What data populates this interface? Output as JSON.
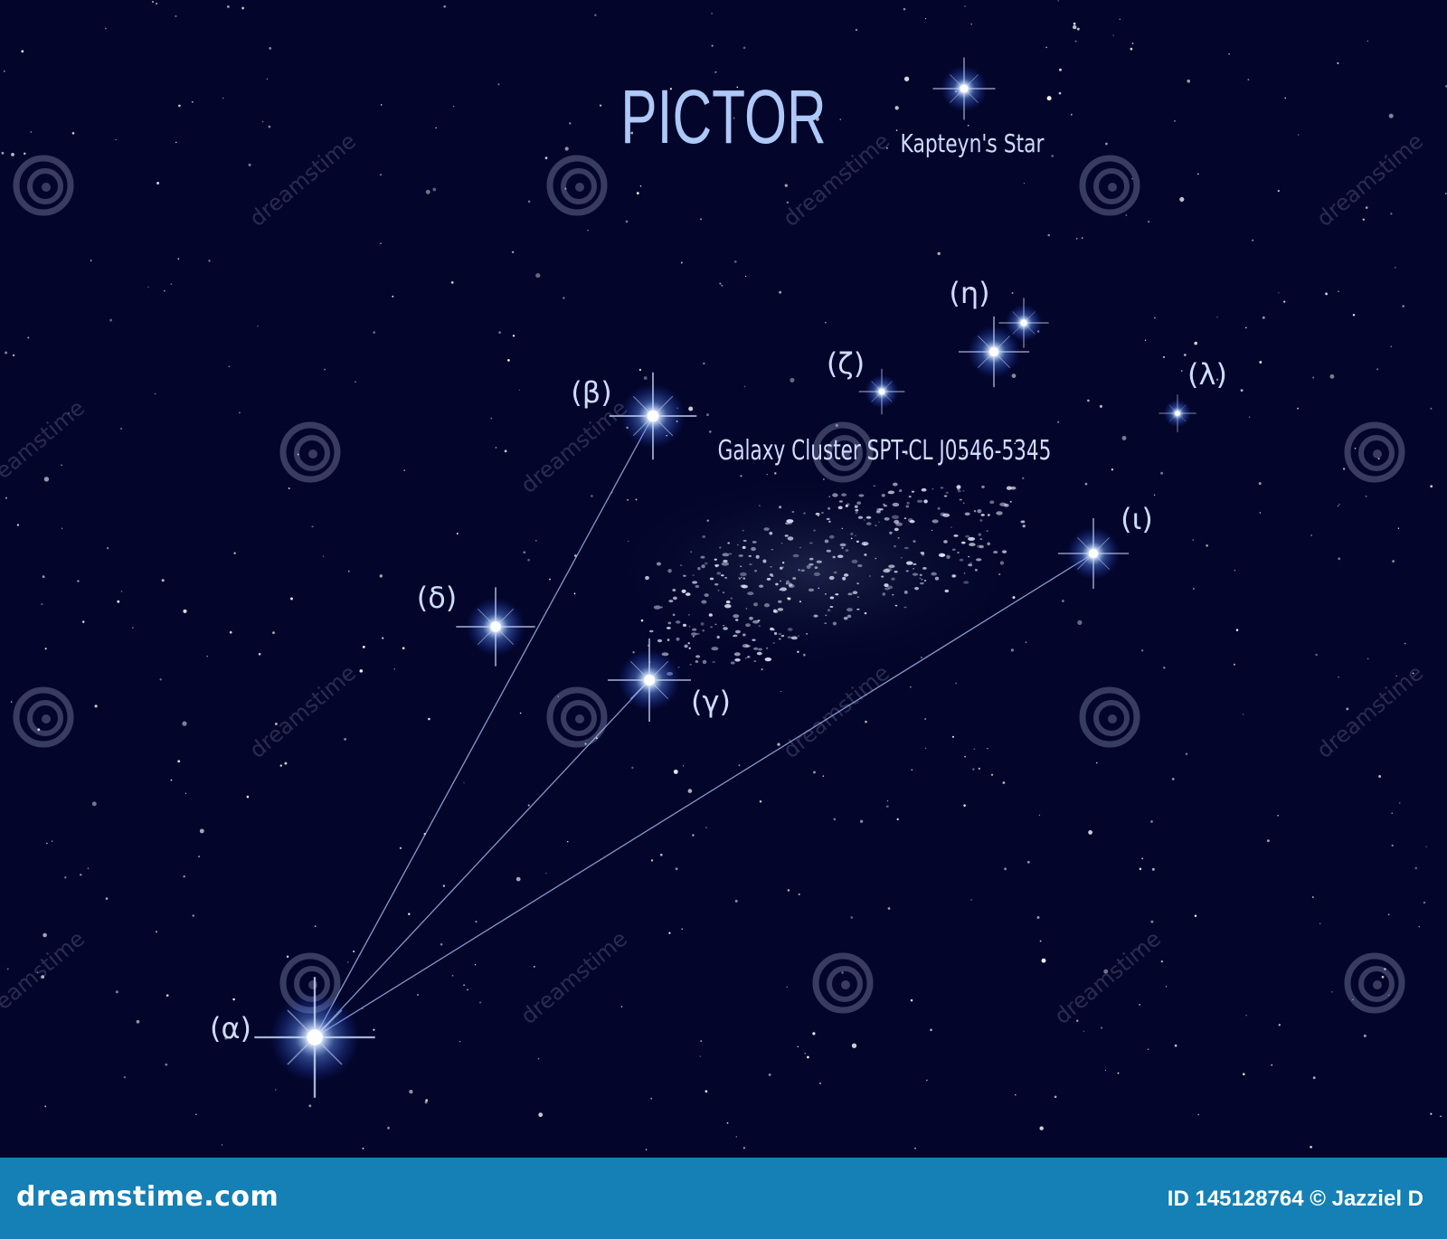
{
  "title": "PICTOR",
  "kapteyn_label": "Kapteyn's Star",
  "cluster_label": "Galaxy Cluster SPT-CL J0546-5345",
  "stars": [
    {
      "id": "alpha",
      "label": "(α)"
    },
    {
      "id": "beta",
      "label": "(β)"
    },
    {
      "id": "gamma",
      "label": "(γ)"
    },
    {
      "id": "delta",
      "label": "(δ)"
    },
    {
      "id": "zeta",
      "label": "(ζ)"
    },
    {
      "id": "eta",
      "label": "(η)"
    },
    {
      "id": "iota",
      "label": "(ι)"
    },
    {
      "id": "lambda",
      "label": "(λ)"
    }
  ],
  "connections": [
    [
      "alpha",
      "beta"
    ],
    [
      "alpha",
      "gamma"
    ],
    [
      "alpha",
      "iota"
    ]
  ],
  "watermark_text": "dreamstime",
  "footer": {
    "brand": "dreamstime.com",
    "credit": "ID 145128764 © Jazziel D"
  },
  "colors": {
    "sky": "#03062a",
    "line": "#9db3e8",
    "label": "#cfdcff",
    "title": "#aec8f8",
    "footer": "#1580b5"
  }
}
